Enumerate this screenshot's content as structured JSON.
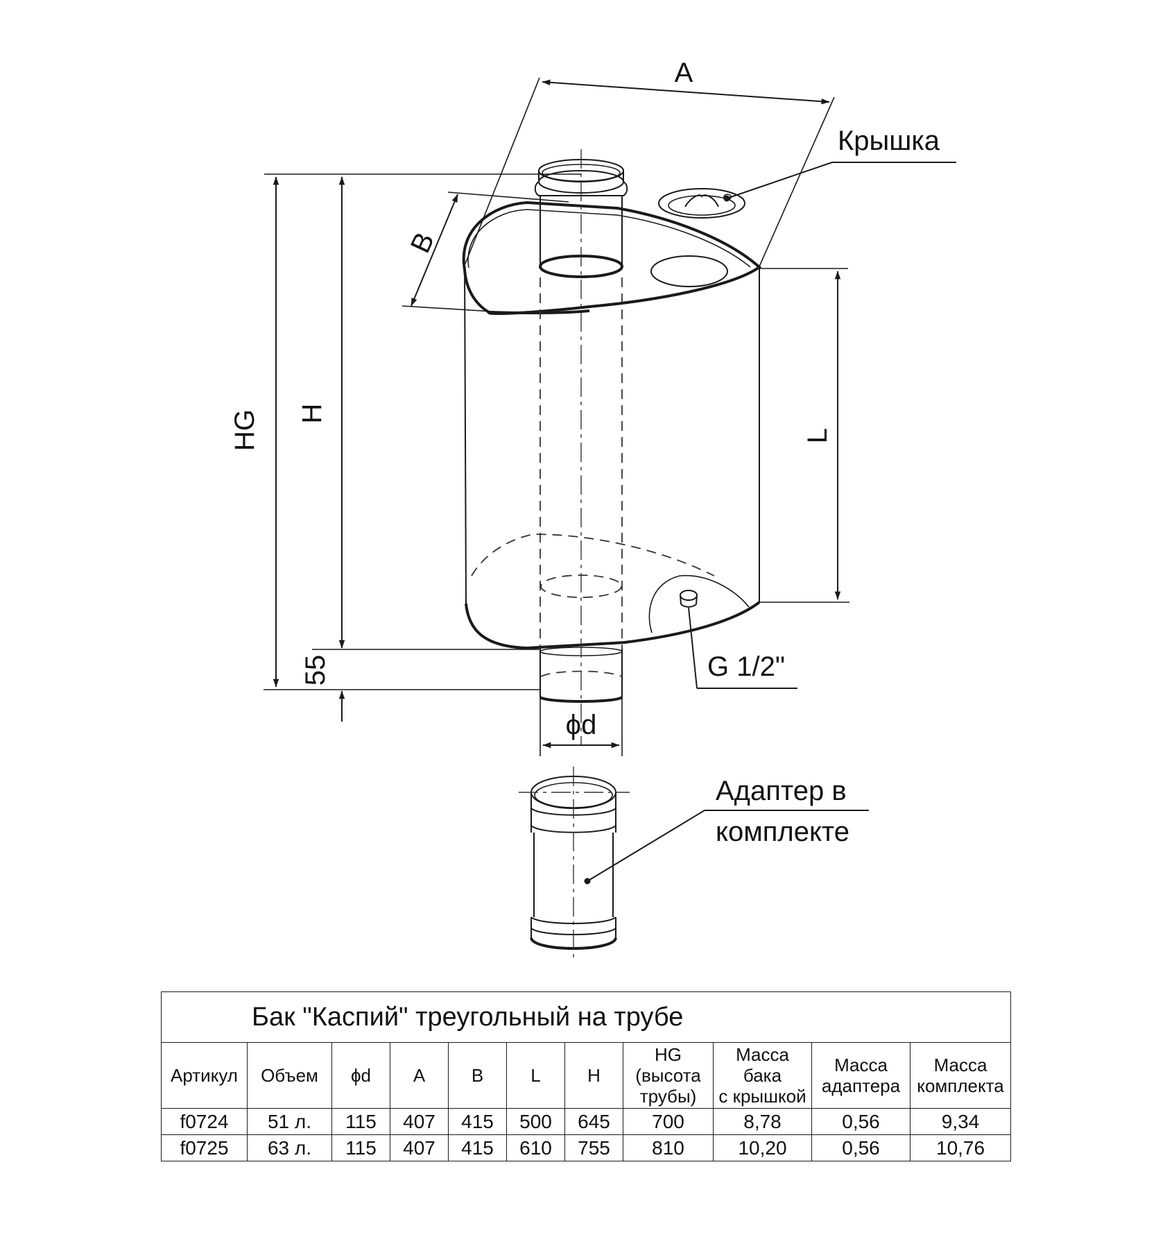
{
  "labels": {
    "dim_a": "A",
    "dim_b": "B",
    "dim_hg": "HG",
    "dim_h": "H",
    "dim_l": "L",
    "dim_55": "55",
    "dim_d": "ϕd",
    "lid": "Крышка",
    "thread": "G 1/2\"",
    "adapter_line1": "Адаптер в",
    "adapter_line2": "комплекте"
  },
  "table": {
    "title": "Бак \"Каспий\" треугольный на трубе",
    "headers": [
      {
        "lines": [
          "Артикул"
        ]
      },
      {
        "lines": [
          "Объем"
        ]
      },
      {
        "lines": [
          "ϕd"
        ]
      },
      {
        "lines": [
          "A"
        ]
      },
      {
        "lines": [
          "B"
        ]
      },
      {
        "lines": [
          "L"
        ]
      },
      {
        "lines": [
          "H"
        ]
      },
      {
        "lines": [
          "HG",
          "(высота",
          "трубы)"
        ]
      },
      {
        "lines": [
          "Масса",
          "бака",
          "с крышкой"
        ]
      },
      {
        "lines": [
          "Масса",
          "адаптера"
        ]
      },
      {
        "lines": [
          "Масса",
          "комплекта"
        ]
      }
    ],
    "rows": [
      [
        "f0724",
        "51 л.",
        "115",
        "407",
        "415",
        "500",
        "645",
        "700",
        "8,78",
        "0,56",
        "9,34"
      ],
      [
        "f0725",
        "63 л.",
        "115",
        "407",
        "415",
        "610",
        "755",
        "810",
        "10,20",
        "0,56",
        "10,76"
      ]
    ]
  }
}
